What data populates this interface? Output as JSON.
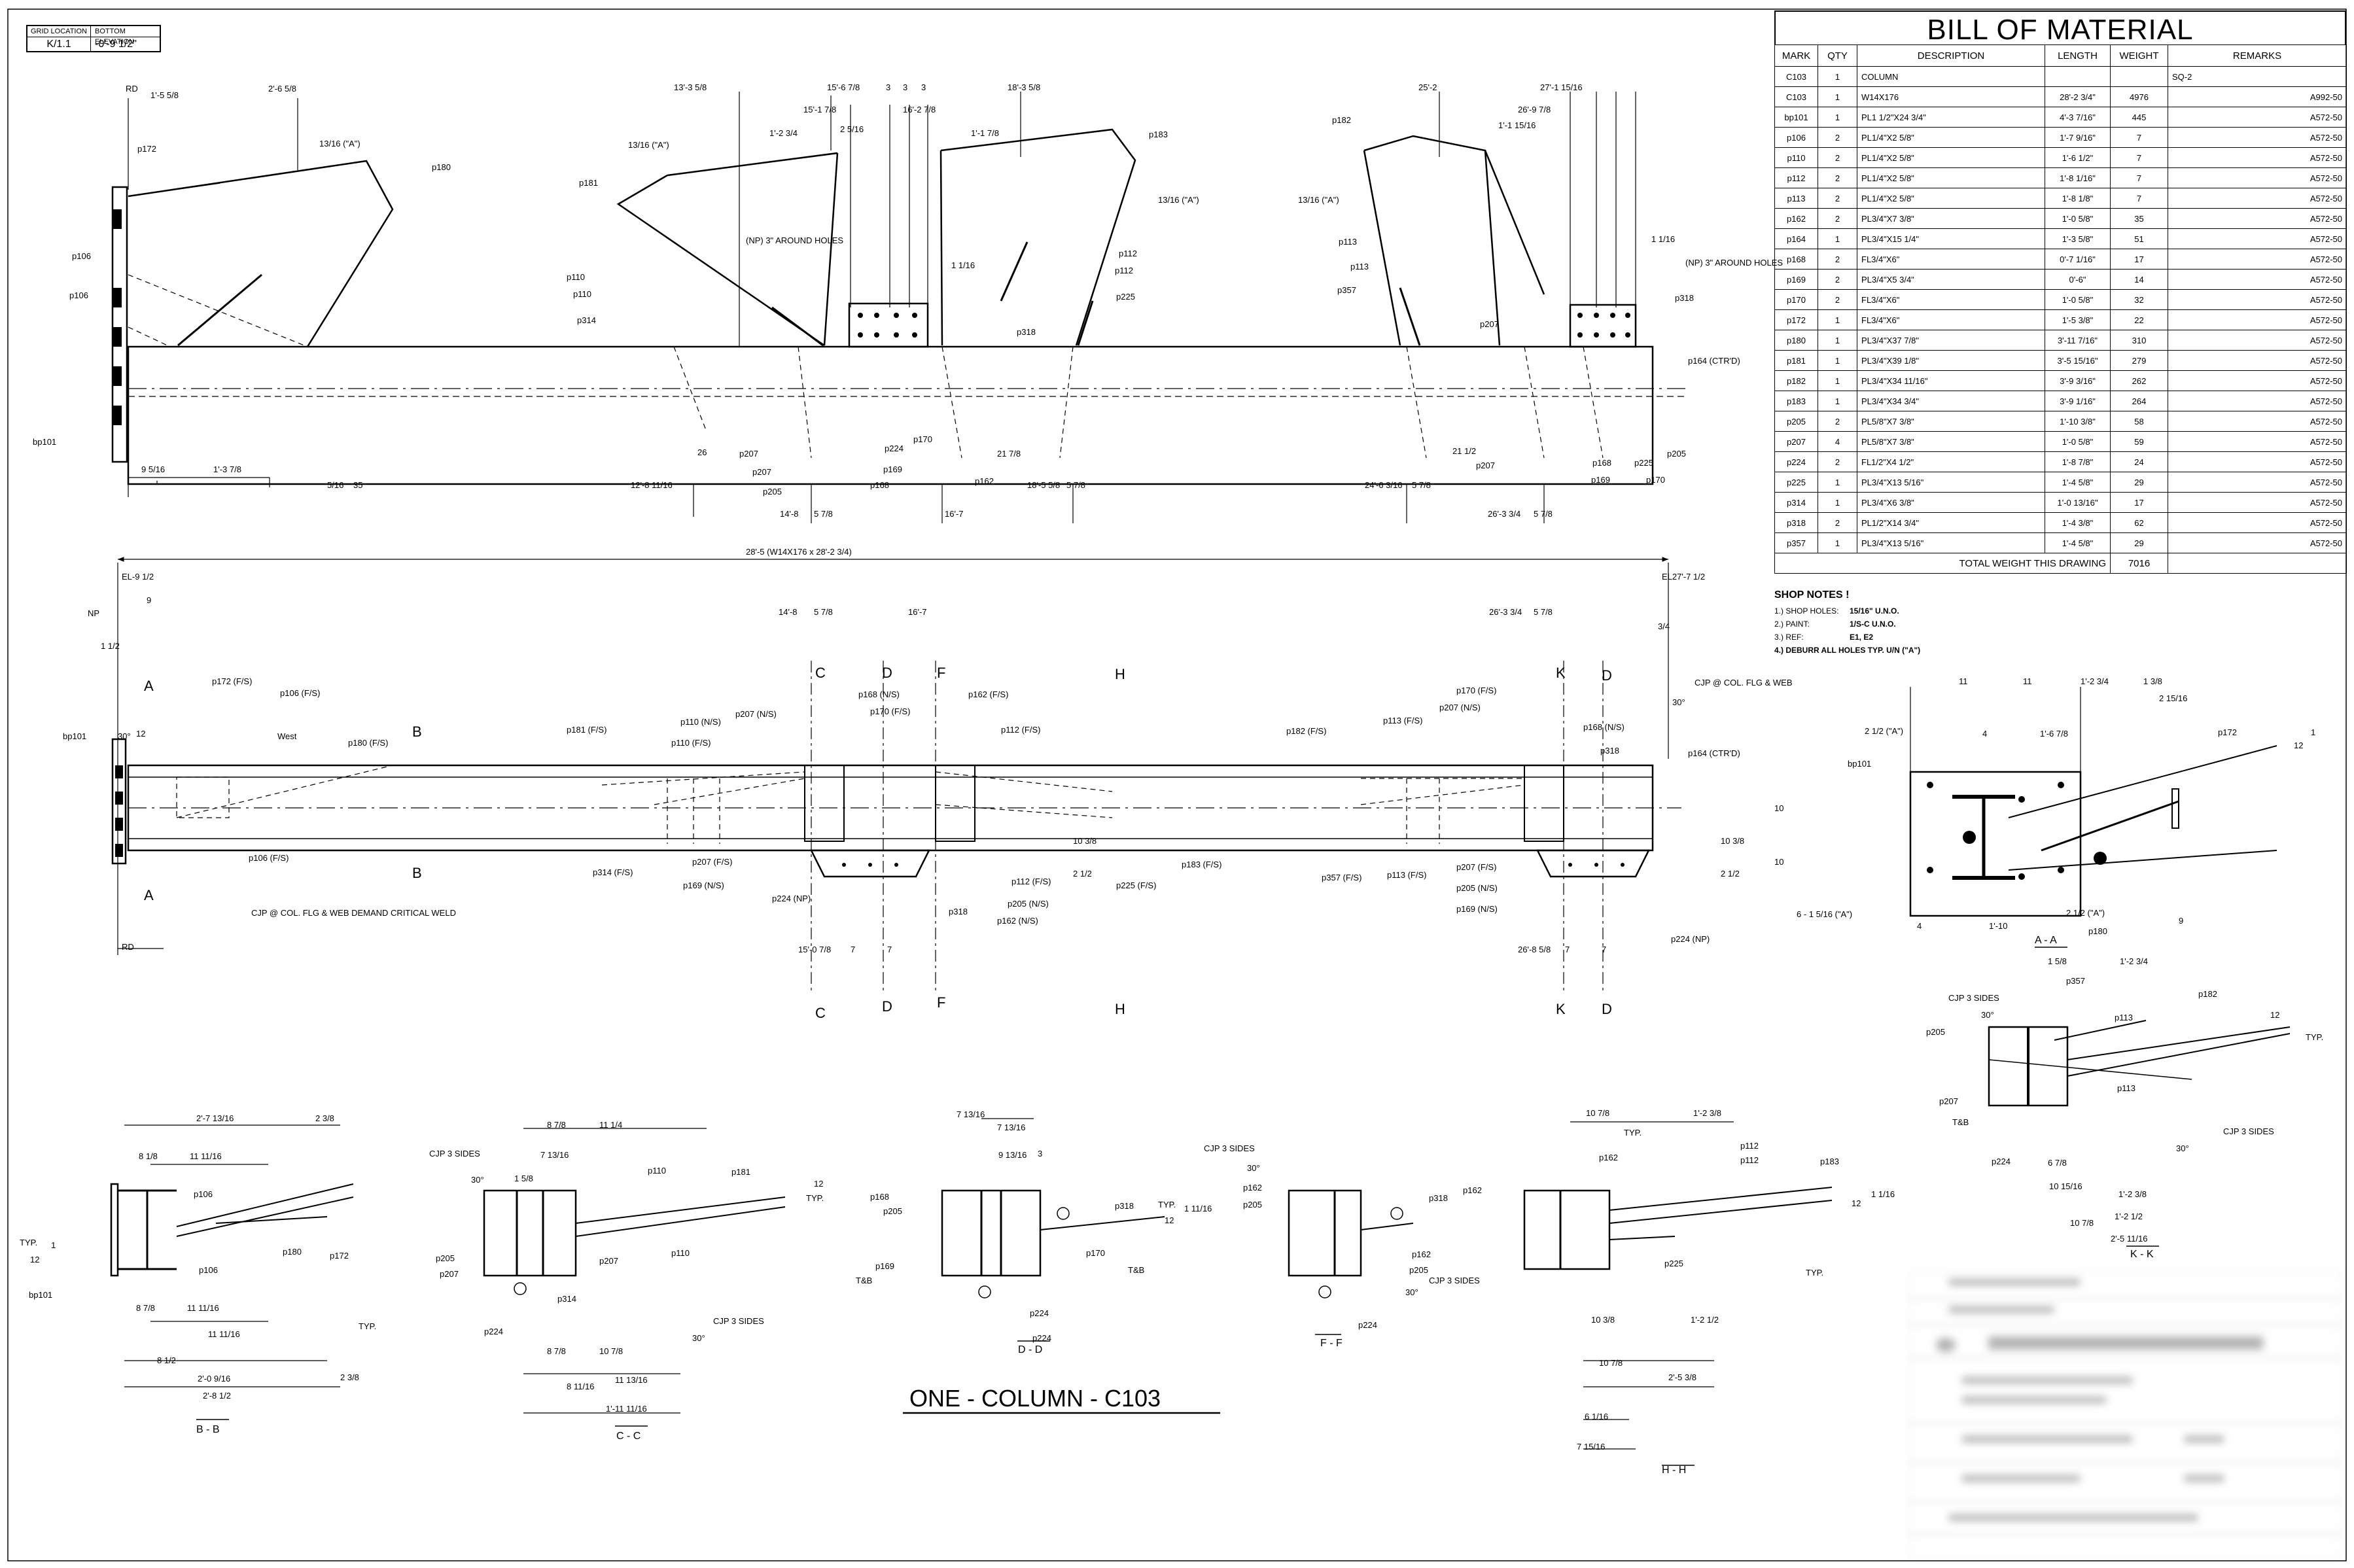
{
  "grid_location": {
    "col1_header": "GRID LOCATION",
    "col2_header": "BOTTOM ELEVATION",
    "col1_value": "K/1.1",
    "col2_value": "-0'-9 1/2\""
  },
  "bom": {
    "title": "BILL OF MATERIAL",
    "headers": [
      "MARK",
      "QTY",
      "DESCRIPTION",
      "LENGTH",
      "WEIGHT",
      "REMARKS"
    ],
    "rows": [
      [
        "C103",
        "1",
        "COLUMN",
        "",
        "",
        "SQ-2"
      ],
      [
        "C103",
        "1",
        "W14X176",
        "28'-2 3/4\"",
        "4976",
        "A992-50"
      ],
      [
        "bp101",
        "1",
        "PL1 1/2\"X24 3/4\"",
        "4'-3 7/16\"",
        "445",
        "A572-50"
      ],
      [
        "p106",
        "2",
        "PL1/4\"X2 5/8\"",
        "1'-7 9/16\"",
        "7",
        "A572-50"
      ],
      [
        "p110",
        "2",
        "PL1/4\"X2 5/8\"",
        "1'-6 1/2\"",
        "7",
        "A572-50"
      ],
      [
        "p112",
        "2",
        "PL1/4\"X2 5/8\"",
        "1'-8 1/16\"",
        "7",
        "A572-50"
      ],
      [
        "p113",
        "2",
        "PL1/4\"X2 5/8\"",
        "1'-8 1/8\"",
        "7",
        "A572-50"
      ],
      [
        "p162",
        "2",
        "PL3/4\"X7 3/8\"",
        "1'-0 5/8\"",
        "35",
        "A572-50"
      ],
      [
        "p164",
        "1",
        "PL3/4\"X15 1/4\"",
        "1'-3 5/8\"",
        "51",
        "A572-50"
      ],
      [
        "p168",
        "2",
        "FL3/4\"X6\"",
        "0'-7 1/16\"",
        "17",
        "A572-50"
      ],
      [
        "p169",
        "2",
        "PL3/4\"X5 3/4\"",
        "0'-6\"",
        "14",
        "A572-50"
      ],
      [
        "p170",
        "2",
        "FL3/4\"X6\"",
        "1'-0 5/8\"",
        "32",
        "A572-50"
      ],
      [
        "p172",
        "1",
        "FL3/4\"X6\"",
        "1'-5 3/8\"",
        "22",
        "A572-50"
      ],
      [
        "p180",
        "1",
        "PL3/4\"X37 7/8\"",
        "3'-11 7/16\"",
        "310",
        "A572-50"
      ],
      [
        "p181",
        "1",
        "PL3/4\"X39 1/8\"",
        "3'-5 15/16\"",
        "279",
        "A572-50"
      ],
      [
        "p182",
        "1",
        "PL3/4\"X34 11/16\"",
        "3'-9 3/16\"",
        "262",
        "A572-50"
      ],
      [
        "p183",
        "1",
        "PL3/4\"X34 3/4\"",
        "3'-9 1/16\"",
        "264",
        "A572-50"
      ],
      [
        "p205",
        "2",
        "PL5/8\"X7 3/8\"",
        "1'-10 3/8\"",
        "58",
        "A572-50"
      ],
      [
        "p207",
        "4",
        "PL5/8\"X7 3/8\"",
        "1'-0 5/8\"",
        "59",
        "A572-50"
      ],
      [
        "p224",
        "2",
        "FL1/2\"X4 1/2\"",
        "1'-8 7/8\"",
        "24",
        "A572-50"
      ],
      [
        "p225",
        "1",
        "PL3/4\"X13 5/16\"",
        "1'-4 5/8\"",
        "29",
        "A572-50"
      ],
      [
        "p314",
        "1",
        "PL3/4\"X6 3/8\"",
        "1'-0 13/16\"",
        "17",
        "A572-50"
      ],
      [
        "p318",
        "2",
        "PL1/2\"X14 3/4\"",
        "1'-4 3/8\"",
        "62",
        "A572-50"
      ],
      [
        "p357",
        "1",
        "PL3/4\"X13 5/16\"",
        "1'-4 5/8\"",
        "29",
        "A572-50"
      ]
    ],
    "total_label": "TOTAL WEIGHT THIS DRAWING",
    "total_value": "7016"
  },
  "shop_notes": {
    "title": "SHOP NOTES !",
    "items": [
      {
        "k": "1.) SHOP HOLES:",
        "v": "15/16\" U.N.O."
      },
      {
        "k": "2.) PAINT:",
        "v": "1/S-C U.N.O."
      },
      {
        "k": "3.) REF:",
        "v": "E1, E2"
      },
      {
        "k": "4.) DEBURR ALL HOLES TYP. U/N (\"A\")",
        "v": ""
      }
    ]
  },
  "drawing_title": "ONE - COLUMN - C103",
  "elev": {
    "overall": "28'-5 (W14X176 x 28'-2 3/4)",
    "el_left": "EL-9 1/2",
    "el_right": "EL27'-7 1/2",
    "np": "NP",
    "rd": "RD",
    "west": "West",
    "cjp_left": "CJP @ COL. FLG & WEB DEMAND CRITICAL WELD",
    "cjp_right": "CJP @ COL. FLG & WEB",
    "p164": "p164 (CTR'D)",
    "p224np": "p224 (NP)",
    "d9": "9",
    "d1_1_2": "1 1/2",
    "d12": "12",
    "d30": "30°",
    "d3_4": "3/4",
    "d14_8": "14'-8",
    "d5_8a": "5 7/8",
    "d16_7": "16'-7",
    "d26_3": "26'-3 3/4",
    "d5_8b": "5 7/8",
    "d15_0": "15'-0 7/8",
    "d7a": "7",
    "d7b": "7",
    "d26_8": "26'-8 5/8",
    "d7c": "7",
    "d7d": "7",
    "d10_3": "10 3/8",
    "d2_1": "2 1/2",
    "d10_8": "10 3/8",
    "d2_1b": "2 1/2"
  },
  "sections": {
    "A": "A",
    "B": "B",
    "C": "C",
    "D": "D",
    "F": "F",
    "H": "H",
    "K": "K"
  },
  "labels": {
    "p106fs": "p106 (F/S)",
    "p172fs": "p172 (F/S)",
    "p106fs2": "p106 (F/S)",
    "p180fs": "p180 (F/S)",
    "bp101": "bp101",
    "p181fs": "p181 (F/S)",
    "p110ns": "p110 (N/S)",
    "p110fs": "p110 (F/S)",
    "p207ns": "p207 (N/S)",
    "p168ns": "p168 (N/S)",
    "p170fs": "p170 (F/S)",
    "p162fs": "p162 (F/S)",
    "p112fs": "p112 (F/S)",
    "p314fs": "p314 (F/S)",
    "p207fs": "p207 (F/S)",
    "p169ns": "p169 (N/S)",
    "p224np": "p224 (NP)",
    "p318": "p318",
    "p205ns": "p205 (N/S)",
    "p162ns": "p162 (N/S)",
    "p112fs2": "p112 (F/S)",
    "p225fs": "p225 (F/S)",
    "p183fs": "p183 (F/S)",
    "p182fs": "p182 (F/S)",
    "p113fs": "p113 (F/S)",
    "p170fs2": "p170 (F/S)",
    "p207ns2": "p207 (N/S)",
    "p168ns2": "p168 (N/S)",
    "p318b": "p318",
    "p357fs": "p357 (F/S)",
    "p113fs2": "p113 (F/S)",
    "p207fs2": "p207 (F/S)",
    "p205ns2": "p205 (N/S)",
    "p169ns2": "p169 (N/S)"
  },
  "top": {
    "p172": "p172",
    "p180": "p180",
    "p106a": "p106",
    "p106b": "p106",
    "bp101": "bp101",
    "rd": "RD",
    "d2_6": "2'-6 5/8",
    "d1_5": "1'-5 5/8",
    "d13_16a": "13/16 (\"A\")",
    "d9_5": "9 5/16",
    "d1_3": "1'-3 7/8",
    "w5": "5/16",
    "w35": "35",
    "w26": "26",
    "p181": "p181",
    "p110a": "p110",
    "p110b": "p110",
    "p314": "p314",
    "np3": "(NP) 3\" AROUND HOLES",
    "d13_3": "13'-3 5/8",
    "d15_6": "15'-6 7/8",
    "d15_1": "15'-1 7/8",
    "d3a": "3",
    "d3b": "3",
    "d3c": "3",
    "d1_2": "1'-2 3/4",
    "d2_5": "2 5/16",
    "d16_2": "16'-2 7/8",
    "d18_3": "18'-3 5/8",
    "d1_1": "1'-1 7/8",
    "p183": "p183",
    "p112a": "p112",
    "p112b": "p112",
    "p225": "p225",
    "p318": "p318",
    "d11": "1 1/16",
    "d13_16b": "13/16 (\"A\")",
    "p207": "p207",
    "p205": "p205",
    "p224": "p224",
    "p170": "p170",
    "p169": "p169",
    "p162": "p162",
    "p168": "p168",
    "w21": "21 7/8",
    "d12_8": "12'-8 11/16",
    "d14_8": "14'-8",
    "d5_8": "5 7/8",
    "d16_7": "16'-7",
    "d18_5": "18'-5 5/8",
    "d5_8b": "5 7/8",
    "p182": "p182",
    "p113a": "p113",
    "p113b": "p113",
    "p357": "p357",
    "d25_2": "25'-2",
    "d27_1": "27'-1 15/16",
    "d26_9": "26'-9 7/8",
    "d1_1b": "1'-1 15/16",
    "p207b": "p207",
    "p318b": "p318",
    "np3b": "(NP) 3\" AROUND HOLES",
    "p164": "p164 (CTR'D)",
    "d1_1c": "1 1/16",
    "d13_16c": "13/16 (\"A\")",
    "p168b": "p168",
    "p225b": "p225",
    "p205b": "p205",
    "p169b": "p169",
    "p170b": "p170",
    "p207c": "p207",
    "w21b": "21 1/2",
    "d24_6": "24'-6 3/16",
    "d5_8c": "5 7/8",
    "d26_3": "26'-3 3/4",
    "d5_8d": "5 7/8"
  },
  "aa": {
    "title": "A - A",
    "bp101": "bp101",
    "p172": "p172",
    "p180": "p180",
    "d11a": "11",
    "d11b": "11",
    "d1_2": "1'-2 3/4",
    "d1_8": "1 3/8",
    "d2_15": "2 15/16",
    "d4": "4",
    "d1_6": "1'-6 7/8",
    "d2_a": "2 1/2 (\"A\")",
    "d6_1": "6 - 1 5/16 (\"A\")",
    "d2_b": "2 1/2 (\"A\")",
    "d10a": "10",
    "d10b": "10",
    "d4b": "4",
    "d1_10": "1'-10",
    "d9": "9",
    "d12": "12",
    "d1": "1"
  },
  "kk": {
    "title": "K - K",
    "cjp": "CJP 3 SIDES",
    "d30": "30°",
    "p205": "p205",
    "p207": "p207",
    "p224": "p224",
    "tb": "T&B",
    "p357": "p357",
    "p182": "p182",
    "p113a": "p113",
    "p113b": "p113",
    "typ": "TYP.",
    "cjp2": "CJP 3 SIDES",
    "d30b": "30°",
    "d1_2": "1'-2 3/4",
    "d1_2b": "1'-2 3/8",
    "d10_15": "10 15/16",
    "d1_2c": "1'-2 1/2",
    "d10_8": "10 7/8",
    "d2_5": "2'-5 11/16",
    "d12": "12",
    "d1_6": "1 5/8",
    "d6": "6 7/8"
  },
  "bb": {
    "title": "B - B",
    "d2_7": "2'-7 13/16",
    "d2_3": "2 3/8",
    "d8a": "8 1/8",
    "d11_11": "11 11/16",
    "p106a": "p106",
    "p106b": "p106",
    "p180": "p180",
    "p172": "p172",
    "typ": "TYP.",
    "typ2": "TYP.",
    "bp101": "bp101",
    "d8b": "8 7/8",
    "d11_11b": "11 11/16",
    "d8c": "8 1/2",
    "d11_11c": "11 11/16",
    "d2_0": "2'-0 9/16",
    "d2_8": "2'-8 1/2",
    "d2_3b": "2 3/8",
    "d12": "12",
    "d1": "1"
  },
  "cc": {
    "title": "C - C",
    "cjp": "CJP 3 SIDES",
    "d30": "30°",
    "d8": "8 7/8",
    "d11_1": "11 1/4",
    "d1_6": "1 5/8",
    "d7_13": "7 13/16",
    "p110a": "p110",
    "p181": "p181",
    "p205": "p205",
    "p207": "p207",
    "p207b": "p207",
    "p110b": "p110",
    "p224": "p224",
    "p314": "p314",
    "cjp2": "CJP 3 SIDES",
    "d30b": "30°",
    "d8b": "8 7/8",
    "d10_7": "10 7/8",
    "d8_11": "8 11/16",
    "d11_13": "11 13/16",
    "d1_11": "1'-11 11/16",
    "typ": "TYP.",
    "d12": "12"
  },
  "dd": {
    "title": "D - D",
    "d7_13a": "7 13/16",
    "d7_13b": "7 13/16",
    "d9_13": "9 13/16",
    "d3": "3",
    "p168": "p168",
    "p205": "p205",
    "p169": "p169",
    "tb": "T&B",
    "p318": "p318",
    "p170": "p170",
    "tb2": "T&B",
    "p224": "p224",
    "p224b": "p224",
    "typ": "TYP.",
    "d12": "12",
    "d1_11": "1 11/16"
  },
  "ff": {
    "title": "F - F",
    "cjp": "CJP 3 SIDES",
    "d30": "30°",
    "p162": "p162",
    "p205": "p205",
    "p318": "p318",
    "p162b": "p162",
    "p205b": "p205",
    "cjp2": "CJP 3 SIDES",
    "d30b": "30°",
    "p224": "p224"
  },
  "hh": {
    "title": "H - H",
    "d10_7": "10 7/8",
    "d1_2": "1'-2 3/8",
    "typ": "TYP.",
    "p162": "p162",
    "p162b": "p162",
    "p112a": "p112",
    "p112b": "p112",
    "p183": "p183",
    "p225": "p225",
    "typ2": "TYP.",
    "d10_8": "10 3/8",
    "d1_2b": "1'-2 1/2",
    "d10_7b": "10 7/8",
    "d2_5": "2'-5 3/8",
    "d6_1": "6 1/16",
    "d7_15": "7 15/16",
    "d12": "12",
    "d1_1": "1 1/16"
  },
  "colors": {
    "ink": "#000000",
    "paper": "#ffffff",
    "dash": "#222222"
  }
}
